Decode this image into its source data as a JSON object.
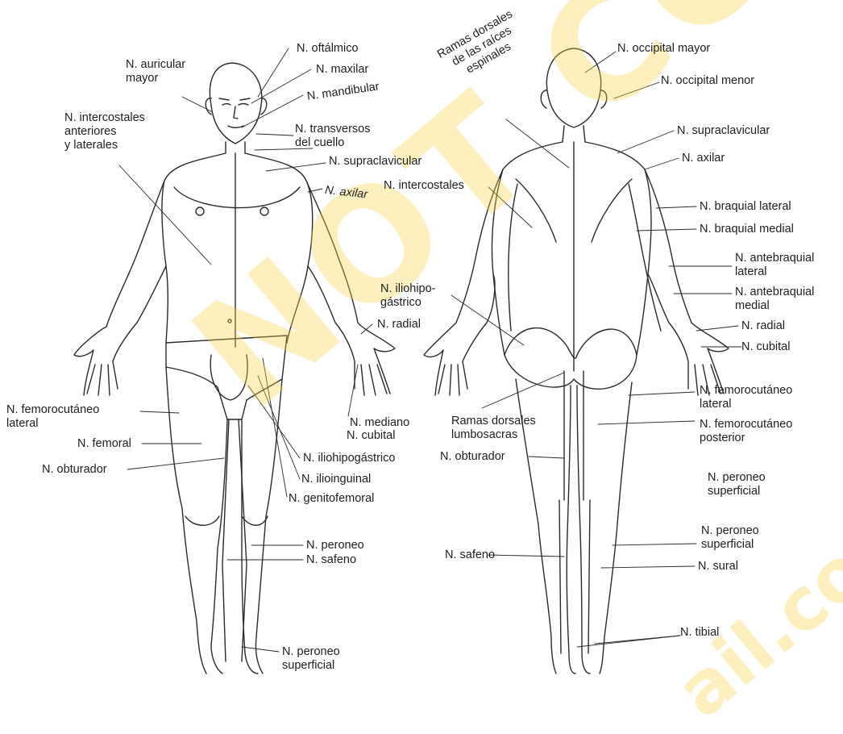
{
  "anterior": {
    "labels": [
      {
        "id": "oftalmico",
        "text": "N. oftálmico"
      },
      {
        "id": "auricular_mayor",
        "text": "N. auricular\nmayor"
      },
      {
        "id": "maxilar",
        "text": "N. maxilar"
      },
      {
        "id": "mandibular",
        "text": "N. mandibular"
      },
      {
        "id": "intercostales_ant",
        "text": "N. intercostales\nanteriores\ny laterales"
      },
      {
        "id": "transversos",
        "text": "N. transversos\ndel cuello"
      },
      {
        "id": "supraclavicular",
        "text": "N. supraclavicular"
      },
      {
        "id": "axilar",
        "text": "N. axilar"
      },
      {
        "id": "radial",
        "text": "N. radial"
      },
      {
        "id": "femorocutaneo_lat",
        "text": "N. femorocutáneo\nlateral"
      },
      {
        "id": "mediano",
        "text": "N. mediano"
      },
      {
        "id": "cubital",
        "text": "N. cubital"
      },
      {
        "id": "femoral",
        "text": "N. femoral"
      },
      {
        "id": "iliohipogastrico",
        "text": "N. iliohipogástrico"
      },
      {
        "id": "obturador",
        "text": "N. obturador"
      },
      {
        "id": "ilioinguinal",
        "text": "N. ilioinguinal"
      },
      {
        "id": "genitofemoral",
        "text": "N. genitofemoral"
      },
      {
        "id": "peroneo",
        "text": "N. peroneo"
      },
      {
        "id": "safeno",
        "text": "N. safeno"
      },
      {
        "id": "peroneo_superficial",
        "text": "N. peroneo\nsuperficial"
      }
    ]
  },
  "posterior": {
    "labels": [
      {
        "id": "ramas_dorsales_raices",
        "text": "Ramas dorsales\nde las raíces\nespinales"
      },
      {
        "id": "occipital_mayor",
        "text": "N. occipital mayor"
      },
      {
        "id": "occipital_menor",
        "text": "N. occipital menor"
      },
      {
        "id": "supraclavicular",
        "text": "N. supraclavicular"
      },
      {
        "id": "axilar",
        "text": "N. axilar"
      },
      {
        "id": "intercostales",
        "text": "N. intercostales"
      },
      {
        "id": "braquial_lateral",
        "text": "N. braquial lateral"
      },
      {
        "id": "braquial_medial",
        "text": "N. braquial medial"
      },
      {
        "id": "antebraquial_lateral",
        "text": "N. antebraquial\nlateral"
      },
      {
        "id": "iliohipogastrico",
        "text": "N. iliohipo-\ngástrico"
      },
      {
        "id": "antebraquial_medial",
        "text": "N. antebraquial\nmedial"
      },
      {
        "id": "radial",
        "text": "N. radial"
      },
      {
        "id": "cubital",
        "text": "N. cubital"
      },
      {
        "id": "femorocutaneo_lat",
        "text": "N. femorocutáneo\nlateral"
      },
      {
        "id": "ramas_lumbosacras",
        "text": "Ramas dorsales\nlumbosacras"
      },
      {
        "id": "femorocutaneo_post",
        "text": "N. femorocutáneo\nposterior"
      },
      {
        "id": "obturador",
        "text": "N. obturador"
      },
      {
        "id": "peroneo_superficial_a",
        "text": "N. peroneo\nsuperficial"
      },
      {
        "id": "peroneo_superficial_b",
        "text": "N. peroneo\nsuperficial"
      },
      {
        "id": "safeno",
        "text": "N. safeno"
      },
      {
        "id": "sural",
        "text": "N. sural"
      },
      {
        "id": "tibial",
        "text": "N. tibial"
      }
    ]
  },
  "watermark": {
    "big": "NOT COPY",
    "domain": "ail.com"
  },
  "colors": {
    "line": "#2a2a2a",
    "text": "#1e1e1e",
    "watermark": "#f7d24a"
  }
}
